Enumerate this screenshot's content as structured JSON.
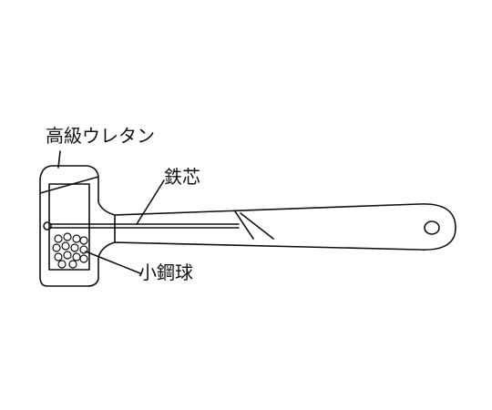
{
  "labels": {
    "urethane": "高級ウレタン",
    "iron_core": "鉄芯",
    "steel_balls": "小鋼球"
  },
  "colors": {
    "line": "#111111",
    "background": "#ffffff"
  }
}
